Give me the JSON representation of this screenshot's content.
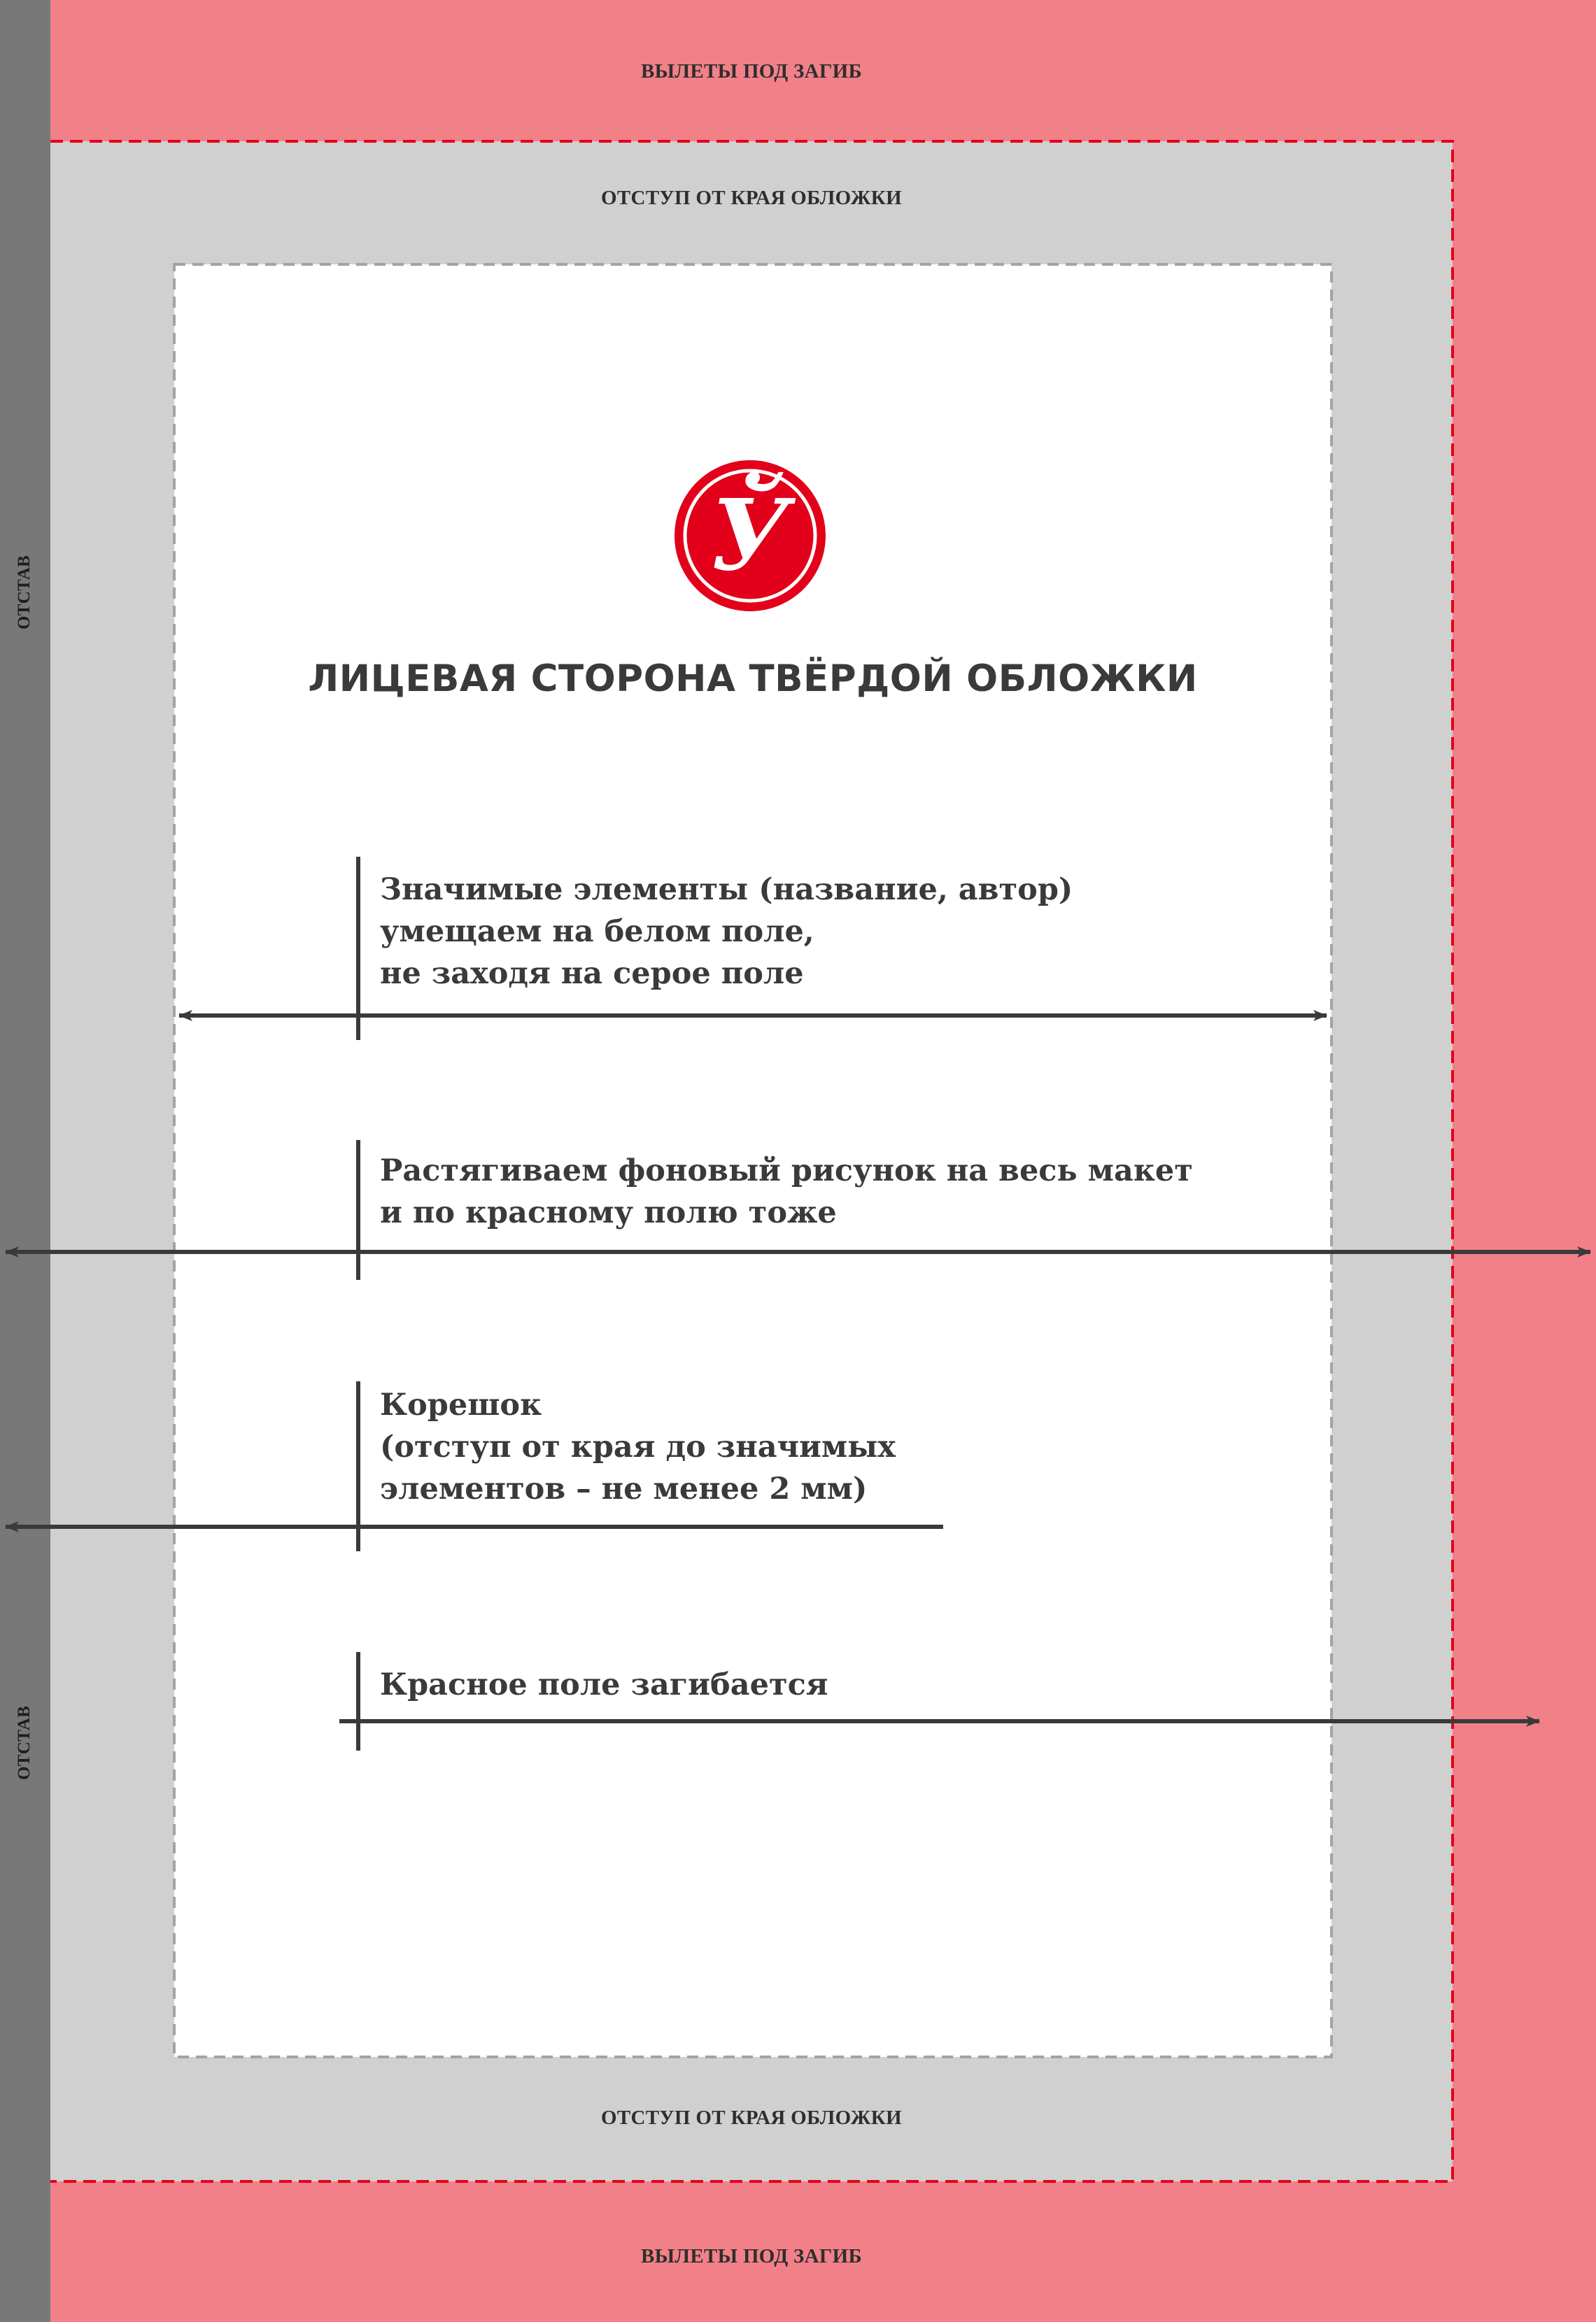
{
  "bleed_top": "ВЫЛЕТЫ ПОД ЗАГИБ",
  "bleed_bottom": "ВЫЛЕТЫ ПОД ЗАГИБ",
  "margin_top": "ОТСТУП ОТ КРАЯ ОБЛОЖКИ",
  "margin_bottom": "ОТСТУП ОТ КРАЯ ОБЛОЖКИ",
  "spine_upper": "ОТСТАВ",
  "spine_lower": "ОТСТАВ",
  "logo_letter": "Ў",
  "title": "ЛИЦЕВАЯ СТОРОНА ТВЁРДОЙ ОБЛОЖКИ",
  "notes": [
    {
      "lines": [
        "Значимые элементы (название, автор)",
        "умещаем на белом поле,",
        "не заходя на серое поле"
      ]
    },
    {
      "lines": [
        "Растягиваем фоновый рисунок на весь макет",
        "и по красному полю тоже"
      ]
    },
    {
      "lines": [
        "Корешок",
        "(отступ от края до значимых",
        "элементов – не менее 2 мм)"
      ]
    },
    {
      "lines": [
        "Красное поле загибается"
      ]
    }
  ],
  "colors": {
    "bleed_red": "#f28088",
    "margin_gray": "#d0d0d0",
    "spine_gray": "#787878",
    "accent_red": "#e2001a",
    "text_dark": "#3a3a3a"
  }
}
